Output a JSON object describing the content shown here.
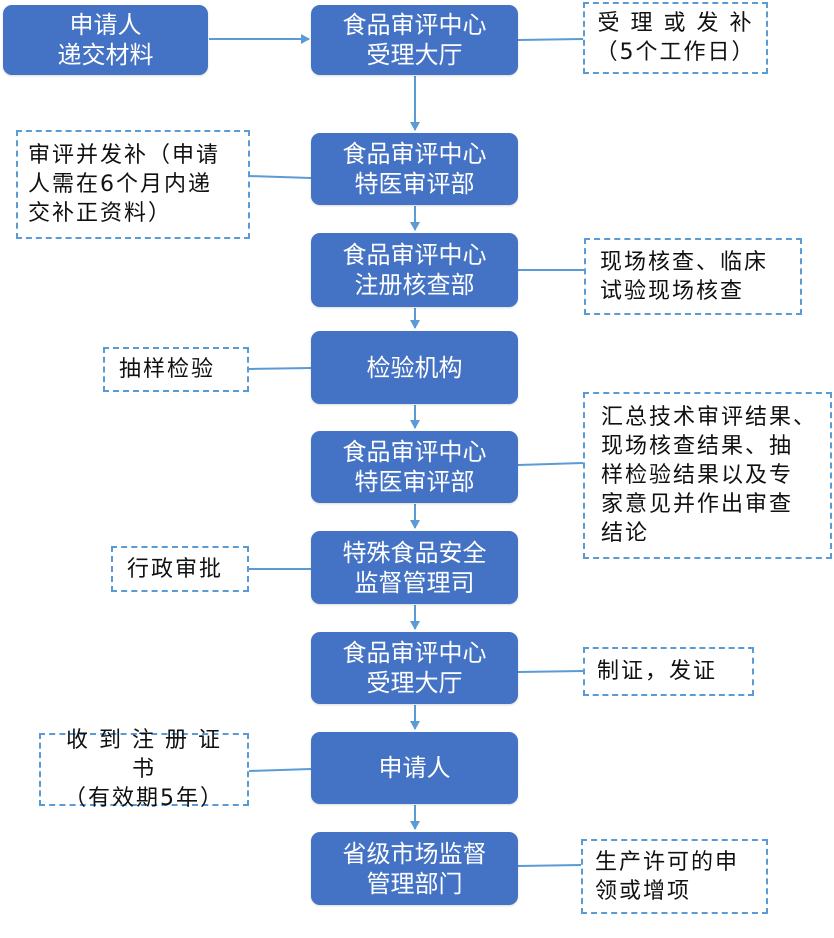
{
  "colors": {
    "box_fill": "#4472c4",
    "box_text": "#ffffff",
    "connector": "#5b9bd5",
    "note_border": "#5b9bd5"
  },
  "applicant_submit": "申请人\n递交材料",
  "steps": [
    "食品审评中心\n受理大厅",
    "食品审评中心\n特医审评部",
    "食品审评中心\n注册核查部",
    "检验机构",
    "食品审评中心\n特医审评部",
    "特殊食品安全\n监督管理司",
    "食品审评中心\n受理大厅",
    "申请人",
    "省级市场监督\n管理部门"
  ],
  "notes": {
    "accept": "受 理 或 发 补\n（5个工作日）",
    "review_supplement": "审评并发补（申请\n人需在6个月内递\n交补正资料）",
    "onsite_check": "现场核查、临床\n试验现场核查",
    "sampling": "抽样检验",
    "summary": "汇总技术审评结果、\n现场核查结果、抽\n样检验结果以及专\n家意见并作出审查\n结论",
    "admin_approval": "行政审批",
    "issue_cert": "制证，发证",
    "receive_cert": "收 到 注 册 证 书\n（有效期5年）",
    "production_license": "生产许可的申\n领或增项"
  }
}
